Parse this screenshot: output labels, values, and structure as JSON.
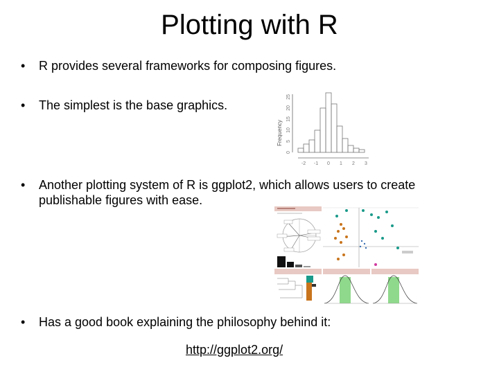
{
  "slide": {
    "title": "Plotting with R",
    "bullet_glyph": "•",
    "bullets": [
      "R provides several frameworks for composing figures.",
      "The simplest is the base graphics.",
      "Another plotting system of R is ggplot2, which allows users to create publishable figures with ease.",
      "Has a good book explaining the philosophy behind it:"
    ],
    "link": "http://ggplot2.org/"
  },
  "histogram": {
    "ylabel": "Frequency",
    "yticks": [
      "0",
      "5",
      "10",
      "15",
      "20",
      "25"
    ],
    "xticks": [
      "-2",
      "-1",
      "0",
      "1",
      "2",
      "3"
    ]
  },
  "colors": {
    "text": "#000000",
    "banner": "#e8c9c3",
    "teal": "#1a9a8a",
    "orange": "#c8741c",
    "pink": "#d13aa0",
    "green_fill": "#8fd98c"
  }
}
